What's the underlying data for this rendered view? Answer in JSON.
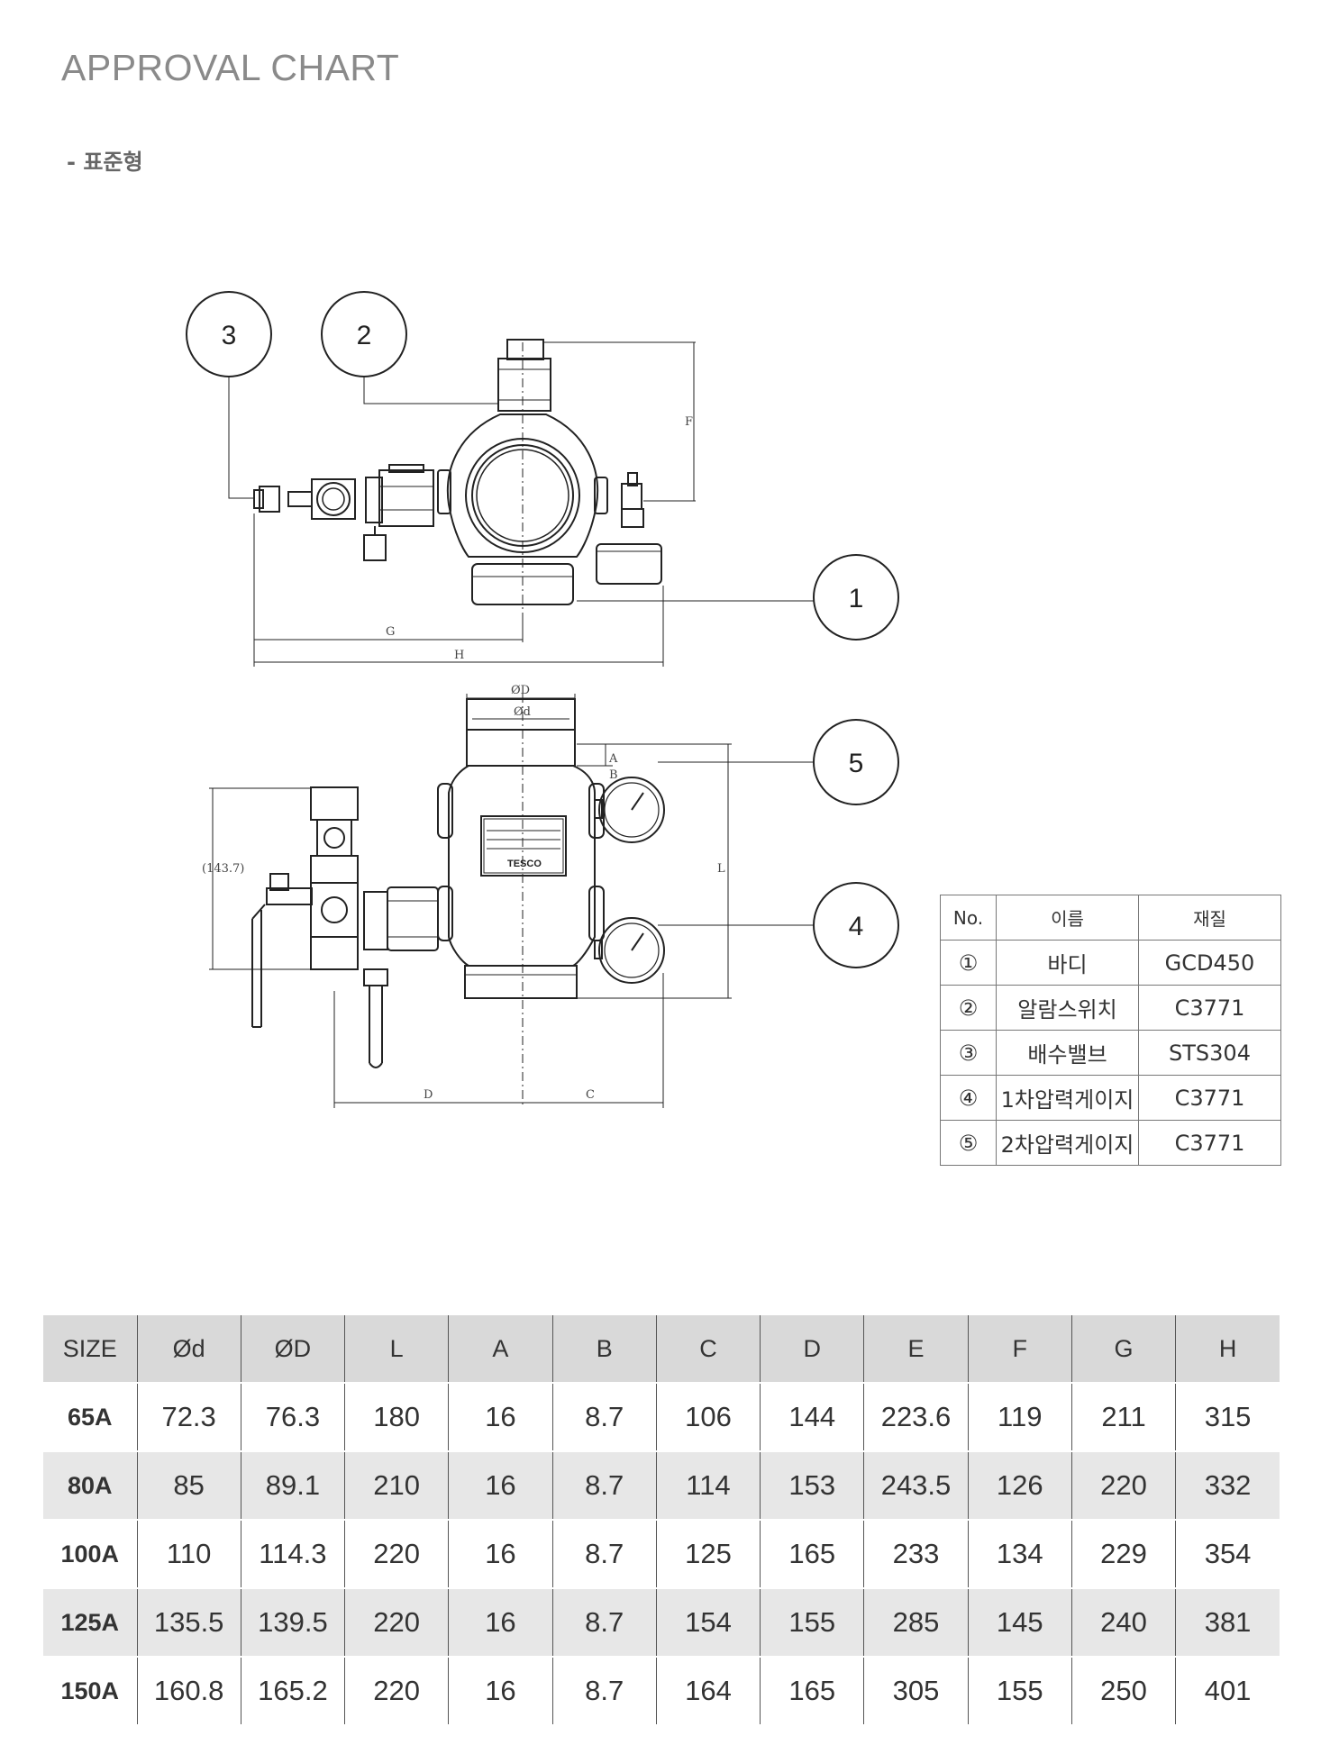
{
  "page": {
    "title": "APPROVAL CHART",
    "subtitle": "- 표준형"
  },
  "drawing": {
    "callouts": [
      "1",
      "2",
      "3",
      "4",
      "5"
    ],
    "dim_labels": {
      "g": "G",
      "h": "H",
      "f": "F",
      "od_outer": "ØD",
      "od_inner": "Ød",
      "l": "L",
      "a": "A",
      "b": "B",
      "d": "D",
      "c": "C",
      "height_ref": "(143.7)"
    },
    "brand": "TESCO"
  },
  "materials": {
    "headers": [
      "No.",
      "이름",
      "재질"
    ],
    "rows": [
      {
        "no": "①",
        "name": "바디",
        "material": "GCD450"
      },
      {
        "no": "②",
        "name": "알람스위치",
        "material": "C3771"
      },
      {
        "no": "③",
        "name": "배수밸브",
        "material": "STS304"
      },
      {
        "no": "④",
        "name": "1차압력게이지",
        "material": "C3771"
      },
      {
        "no": "⑤",
        "name": "2차압력게이지",
        "material": "C3771"
      }
    ]
  },
  "sizes": {
    "headers": [
      "SIZE",
      "Ød",
      "ØD",
      "L",
      "A",
      "B",
      "C",
      "D",
      "E",
      "F",
      "G",
      "H"
    ],
    "rows": [
      [
        "65A",
        "72.3",
        "76.3",
        "180",
        "16",
        "8.7",
        "106",
        "144",
        "223.6",
        "119",
        "211",
        "315"
      ],
      [
        "80A",
        "85",
        "89.1",
        "210",
        "16",
        "8.7",
        "114",
        "153",
        "243.5",
        "126",
        "220",
        "332"
      ],
      [
        "100A",
        "110",
        "114.3",
        "220",
        "16",
        "8.7",
        "125",
        "165",
        "233",
        "134",
        "229",
        "354"
      ],
      [
        "125A",
        "135.5",
        "139.5",
        "220",
        "16",
        "8.7",
        "154",
        "155",
        "285",
        "145",
        "240",
        "381"
      ],
      [
        "150A",
        "160.8",
        "165.2",
        "220",
        "16",
        "8.7",
        "164",
        "165",
        "305",
        "155",
        "250",
        "401"
      ]
    ]
  }
}
